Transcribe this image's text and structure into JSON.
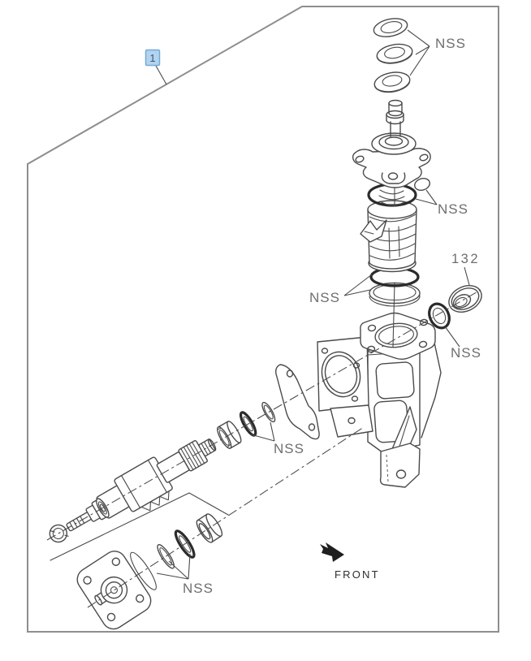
{
  "document": {
    "type": "parts-catalog-exploded-diagram",
    "subject": "steering gear assembly"
  },
  "labels": {
    "callout": "1",
    "part_132": "132",
    "front": "FRONT",
    "nss": [
      "NSS",
      "NSS",
      "NSS",
      "NSS",
      "NSS",
      "NSS"
    ]
  },
  "colors": {
    "background": "#ffffff",
    "line": "#4a4a4a",
    "heavy_ring": "#2b2b2b",
    "border": "#8e8e8e",
    "label_text": "#6e6e6e",
    "front_text": "#2e2e2e",
    "callout_fill": "#b3d4ef",
    "callout_border": "#74a9d6",
    "callout_text": "#3a5a78"
  }
}
